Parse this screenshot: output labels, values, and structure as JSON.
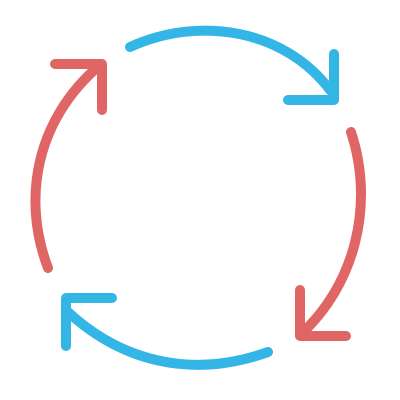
{
  "icon": {
    "name": "refresh-cycle-icon",
    "colors": {
      "blue": "#33b5e5",
      "red": "#e06666",
      "background": "#ffffff"
    },
    "arrows": [
      {
        "name": "top-right-arrow",
        "color": "blue",
        "direction": "clockwise"
      },
      {
        "name": "right-down-arrow",
        "color": "red",
        "direction": "clockwise"
      },
      {
        "name": "bottom-left-arrow",
        "color": "blue",
        "direction": "clockwise"
      },
      {
        "name": "left-up-arrow",
        "color": "red",
        "direction": "clockwise"
      }
    ]
  }
}
